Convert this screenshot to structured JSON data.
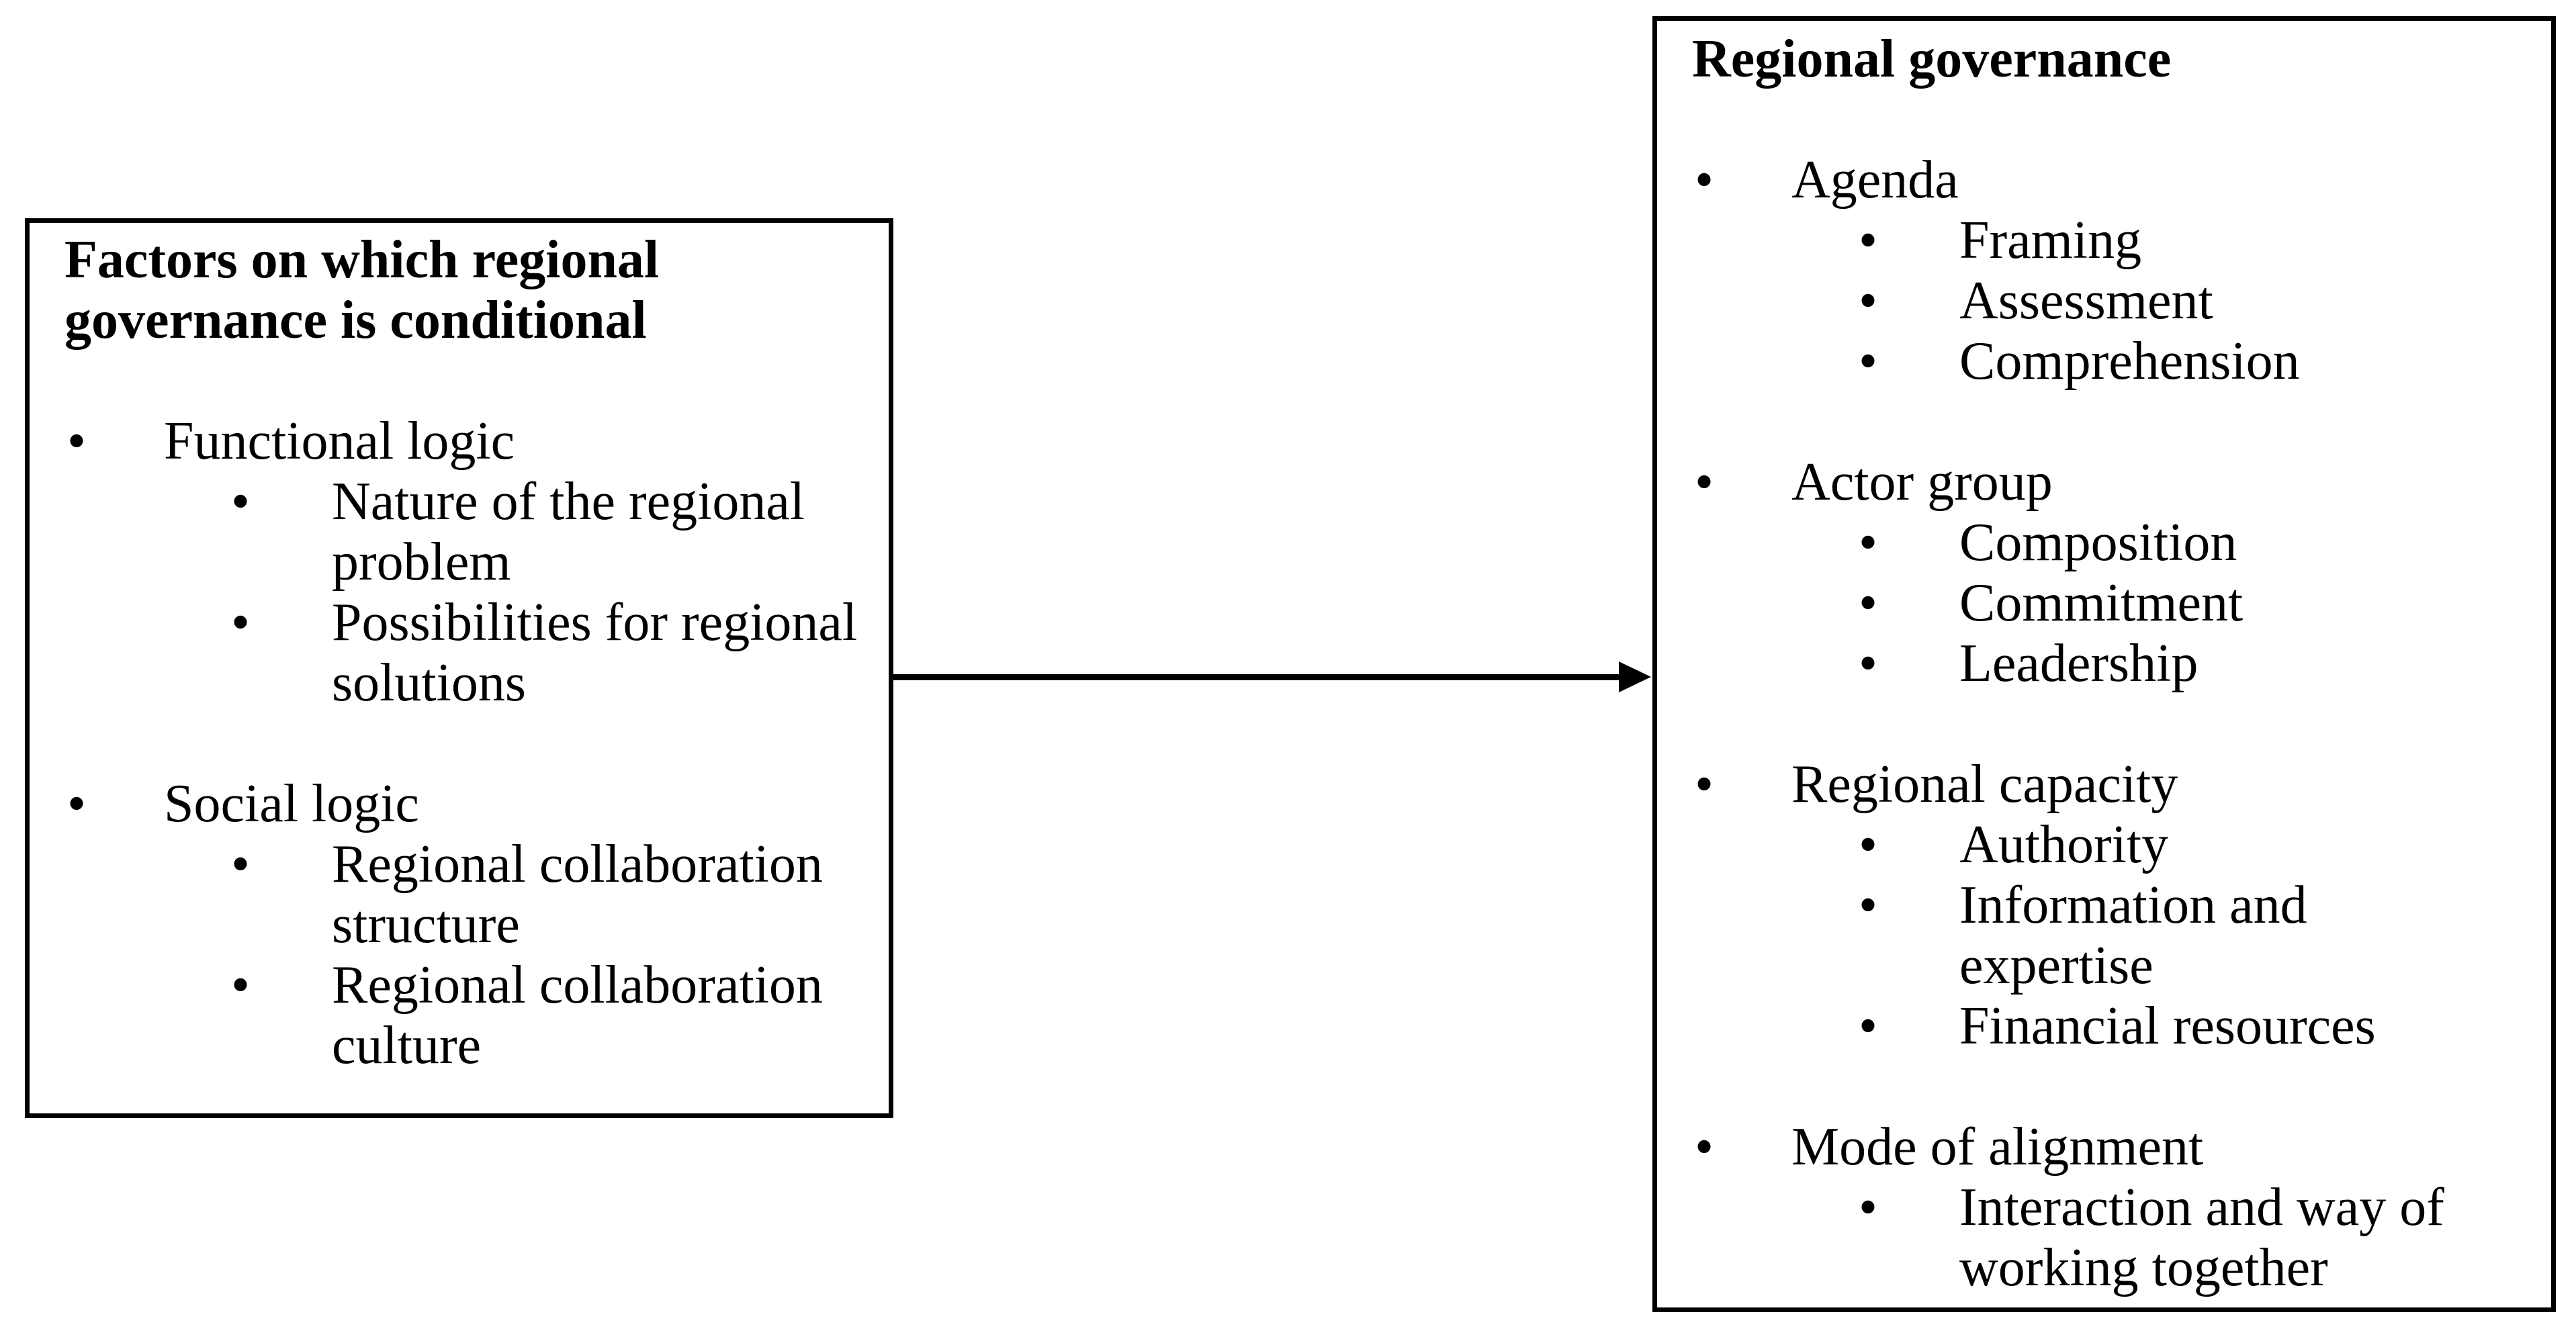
{
  "figure": {
    "bullet_glyph": "•",
    "colors": {
      "border": "#000000",
      "background": "#ffffff",
      "text": "#000000"
    },
    "left_box": {
      "title_lines": [
        "Factors on which regional",
        "governance is conditional"
      ],
      "groups": [
        {
          "label": "Functional logic",
          "children": [
            [
              "Nature of the regional",
              "problem"
            ],
            [
              "Possibilities for regional",
              "solutions"
            ]
          ]
        },
        {
          "label": "Social logic",
          "children": [
            [
              "Regional collaboration",
              "structure"
            ],
            [
              "Regional collaboration",
              "culture"
            ]
          ]
        }
      ]
    },
    "right_box": {
      "title": "Regional governance",
      "groups": [
        {
          "label": "Agenda",
          "children": [
            [
              "Framing"
            ],
            [
              "Assessment"
            ],
            [
              "Comprehension"
            ]
          ]
        },
        {
          "label": "Actor group",
          "children": [
            [
              "Composition"
            ],
            [
              "Commitment"
            ],
            [
              "Leadership"
            ]
          ]
        },
        {
          "label": "Regional capacity",
          "children": [
            [
              "Authority"
            ],
            [
              "Information and",
              "expertise"
            ],
            [
              "Financial resources"
            ]
          ]
        },
        {
          "label": "Mode of alignment",
          "children": [
            [
              "Interaction and way of",
              "working together"
            ]
          ]
        }
      ]
    }
  }
}
